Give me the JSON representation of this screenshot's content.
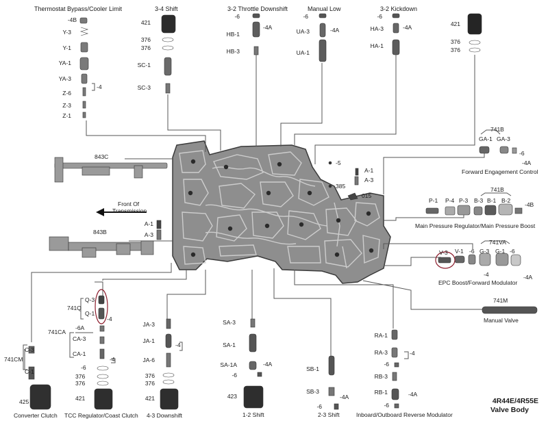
{
  "colors": {
    "line": "#444444",
    "metal": "#8d8d8d",
    "metal_dark": "#5a5a5a",
    "highlight": "#8b1a2a",
    "text": "#1a1a1a"
  },
  "groups": [
    {
      "id": "thermostat",
      "title": "Thermostat Bypass/Cooler Limit",
      "labels": [
        "-4B",
        "Y-3",
        "Y-1",
        "YA-1",
        "YA-3",
        "Z-6",
        "Z-3",
        "Z-1",
        "-4"
      ]
    },
    {
      "id": "shift34",
      "title": "3-4 Shift",
      "labels": [
        "421",
        "376",
        "376",
        "SC-1",
        "SC-3"
      ]
    },
    {
      "id": "throttle32",
      "title": "3-2 Throttle Downshift",
      "labels": [
        "-6",
        "-4A",
        "HB-1",
        "HB-3"
      ]
    },
    {
      "id": "manual_low",
      "title": "Manual Low",
      "labels": [
        "-6",
        "-4A",
        "UA-3",
        "UA-1"
      ]
    },
    {
      "id": "kickdown32",
      "title": "3-2 Kickdown",
      "labels": [
        "-6",
        "-4A",
        "HA-3",
        "HA-1"
      ]
    },
    {
      "id": "top_right",
      "title": "",
      "labels": [
        "421",
        "376",
        "376"
      ]
    },
    {
      "id": "fwd_engage",
      "title": "Forward Engagement Control",
      "labels": [
        "741B",
        "GA-1",
        "GA-3",
        "-6",
        "-4A"
      ]
    },
    {
      "id": "center_small",
      "title": "",
      "labels": [
        "-5",
        "A-1",
        "A-3",
        "385",
        "015"
      ]
    },
    {
      "id": "main_pressure",
      "title": "Main Pressure Regulator/Main Pressure Boost",
      "labels": [
        "741B",
        "P-1",
        "P-4",
        "P-3",
        "B-3",
        "B-1",
        "B-2",
        "-4B"
      ]
    },
    {
      "id": "epc_boost",
      "title": "EPC Boost/Forward Modulator",
      "labels": [
        "741VA",
        "V-3",
        "V-1",
        "-6",
        "G-3",
        "G-1",
        "-6",
        "-4",
        "-4A"
      ]
    },
    {
      "id": "manual_valve",
      "title": "Manual Valve",
      "labels": [
        "741M"
      ]
    },
    {
      "id": "left_parts",
      "title": "",
      "labels": [
        "843C",
        "Front Of",
        "Transmission",
        "A-1",
        "A-3",
        "843B"
      ]
    },
    {
      "id": "converter",
      "title": "Converter Clutch",
      "labels": [
        "741CM",
        "C-3",
        "C-1",
        "425"
      ]
    },
    {
      "id": "tcc",
      "title": "TCC Regulator/Coast Clutch",
      "labels": [
        "741Q",
        "Q-3",
        "Q-1",
        "-4",
        "741CA",
        "-6A",
        "CA-3",
        "CA-1",
        "-4",
        "-6",
        "376",
        "376",
        "421"
      ]
    },
    {
      "id": "downshift43",
      "title": "4-3 Downshift",
      "labels": [
        "JA-3",
        "JA-1",
        "-4",
        "JA-6",
        "376",
        "376",
        "421"
      ]
    },
    {
      "id": "shift12",
      "title": "1-2 Shift",
      "labels": [
        "SA-3",
        "SA-1",
        "SA-1A",
        "-4A",
        "-6",
        "423"
      ]
    },
    {
      "id": "shift23",
      "title": "2-3 Shift",
      "labels": [
        "SB-1",
        "SB-3",
        "-6",
        "-4A"
      ]
    },
    {
      "id": "reverse_mod",
      "title": "Inboard/Outboard Reverse Modulator",
      "labels": [
        "RA-1",
        "RA-3",
        "-4",
        "-6",
        "RB-3",
        "RB-1",
        "-4A",
        "-6"
      ]
    }
  ],
  "caption": {
    "line1": "4R44E/4R55E",
    "line2": "Valve Body"
  }
}
